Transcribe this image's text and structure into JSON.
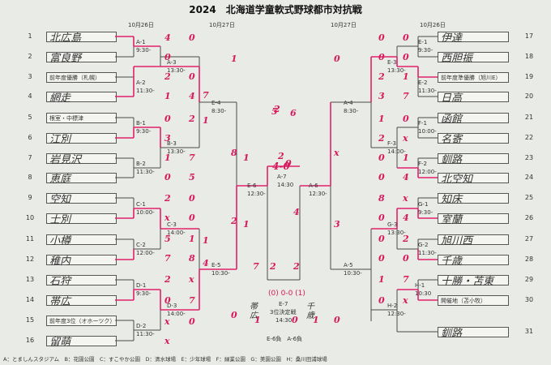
{
  "title": "2024　北海道学童軟式野球都市対抗戦",
  "dates": {
    "d1": "10月26日",
    "d2": "10月27日"
  },
  "left_teams": [
    "北広島",
    "富良野",
    "前年度優勝（札幌）",
    "網走",
    "根室・中標津",
    "江別",
    "岩見沢",
    "恵庭",
    "空知",
    "士別",
    "小樽",
    "稚内",
    "石狩",
    "帯広",
    "前年度3位（オホーツク）",
    "留萌"
  ],
  "left_numbers": [
    "1",
    "2",
    "3",
    "4",
    "5",
    "6",
    "7",
    "8",
    "9",
    "10",
    "11",
    "12",
    "13",
    "14",
    "15",
    "16"
  ],
  "right_teams": [
    "伊達",
    "西胆振",
    "前年度準優勝（旭川E）",
    "日高",
    "函館",
    "名寄",
    "釧路",
    "北空知",
    "知床",
    "室蘭",
    "旭川西",
    "千歳",
    "十勝・苫東",
    "開催地（苫小牧）",
    "釧路"
  ],
  "right_numbers": [
    "17",
    "18",
    "19",
    "20",
    "21",
    "22",
    "23",
    "24",
    "25",
    "26",
    "27",
    "28",
    "29",
    "30",
    "31"
  ],
  "games": [
    {
      "id": "A-1",
      "time": "9:30-"
    },
    {
      "id": "A-2",
      "time": "11:30-"
    },
    {
      "id": "A-3",
      "time": "13:30-"
    },
    {
      "id": "B-1",
      "time": "9:30-"
    },
    {
      "id": "B-2",
      "time": "11:30-"
    },
    {
      "id": "B-3",
      "time": "13:30-"
    },
    {
      "id": "C-1",
      "time": "10:00-"
    },
    {
      "id": "C-2",
      "time": "12:00-"
    },
    {
      "id": "C-3",
      "time": "14:00-"
    },
    {
      "id": "D-1",
      "time": "9:30-"
    },
    {
      "id": "D-2",
      "time": "11:30-"
    },
    {
      "id": "D-3",
      "time": "14:00-"
    },
    {
      "id": "E-4",
      "time": "8:30-"
    },
    {
      "id": "E-5",
      "time": "10:30-"
    },
    {
      "id": "E-6",
      "time": "12:30-"
    },
    {
      "id": "A-7",
      "time": "14:30"
    },
    {
      "id": "A-6",
      "time": "12:30-"
    },
    {
      "id": "A-4",
      "time": "8:30-"
    },
    {
      "id": "A-5",
      "time": "10:30-"
    },
    {
      "id": "E-1",
      "time": "9:30-"
    },
    {
      "id": "E-2",
      "time": "11:30-"
    },
    {
      "id": "E-3",
      "time": "13:30-"
    },
    {
      "id": "F-1",
      "time": "10:00-"
    },
    {
      "id": "F-2",
      "time": "12:00-"
    },
    {
      "id": "F-3",
      "time": "14:00-"
    },
    {
      "id": "G-1",
      "time": "9:30-"
    },
    {
      "id": "G-2",
      "time": "11:30-"
    },
    {
      "id": "G-3",
      "time": "13:30-"
    },
    {
      "id": "H-1",
      "time": "10:30"
    },
    {
      "id": "H-2",
      "time": "12:30-"
    }
  ],
  "third_place": {
    "id": "E-7",
    "line1": "3位決定戦",
    "time": "14:30",
    "losers": "E-6負　A-6負",
    "score": "(0) 0-0 (1)"
  },
  "final_score": "4-0",
  "handwritten": {
    "left": "帯広",
    "right": "千歳"
  },
  "scores": {
    "left": [
      "4",
      "0",
      "0",
      "2",
      "0",
      "1",
      "4",
      "0",
      "2",
      "3",
      "1",
      "7",
      "0",
      "5",
      "1",
      "8",
      "7",
      "1",
      "2",
      "0",
      "x",
      "0",
      "5",
      "1",
      "7",
      "8",
      "2",
      "0",
      "1",
      "4",
      "2",
      "x",
      "0",
      "7",
      "x",
      "0",
      "x"
    ],
    "center": [
      "2",
      "1",
      "5",
      "1",
      "7",
      "2",
      "6",
      "2",
      "0",
      "4",
      "2",
      "1",
      "0",
      "1"
    ],
    "right": [
      "0",
      "0",
      "0",
      "0",
      "2",
      "1",
      "3",
      "7",
      "1",
      "0",
      "2",
      "x",
      "0",
      "1",
      "0",
      "4",
      "0",
      "x",
      "8",
      "x",
      "0",
      "4",
      "0",
      "2",
      "3",
      "0",
      "0",
      "0",
      "1",
      "7",
      "0",
      "x"
    ]
  },
  "legend": "A：とましんスタジアム　B：花園公園　C：すこやか公園　D：清水球場　E：少年球場　F：緑業公園　G：美園公園　H：桑川田浦球場",
  "colors": {
    "accent": "#e0226b",
    "line": "#4a4a4a"
  }
}
